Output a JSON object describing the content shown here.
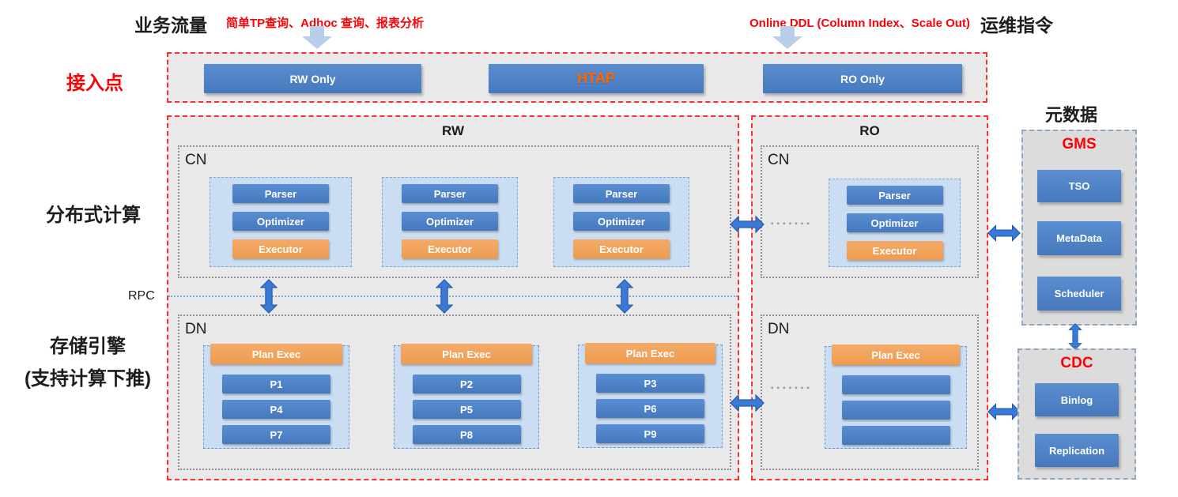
{
  "header": {
    "business_traffic": "业务流量",
    "tp_note": "简单TP查询、Adhoc 查询、报表分析",
    "ddl_note": "Online DDL (Column Index、Scale Out)",
    "ops_command": "运维指令"
  },
  "left_labels": {
    "access_point": "接入点",
    "distributed_compute": "分布式计算",
    "storage_engine": "存储引擎",
    "storage_engine_sub": "(支持计算下推)",
    "rpc": "RPC"
  },
  "access": {
    "rw_only": "RW Only",
    "htap": "HTAP",
    "ro_only": "RO Only"
  },
  "rw": {
    "title": "RW",
    "cn_label": "CN",
    "dn_label": "DN",
    "cn_unit": {
      "parser": "Parser",
      "optimizer": "Optimizer",
      "executor": "Executor"
    },
    "dn_groups": [
      {
        "plan_exec": "Plan Exec",
        "partitions": [
          "P1",
          "P4",
          "P7"
        ]
      },
      {
        "plan_exec": "Plan Exec",
        "partitions": [
          "P2",
          "P5",
          "P8"
        ]
      },
      {
        "plan_exec": "Plan Exec",
        "partitions": [
          "P3",
          "P6",
          "P9"
        ]
      }
    ]
  },
  "ro": {
    "title": "RO",
    "cn_label": "CN",
    "dn_label": "DN",
    "dots": "▪▪▪▪▪▪▪",
    "cn_unit": {
      "parser": "Parser",
      "optimizer": "Optimizer",
      "executor": "Executor"
    },
    "dn_group": {
      "plan_exec": "Plan Exec"
    }
  },
  "gms": {
    "heading": "元数据",
    "title": "GMS",
    "items": [
      "TSO",
      "MetaData",
      "Scheduler"
    ]
  },
  "cdc": {
    "title": "CDC",
    "items": [
      "Binlog",
      "Replication"
    ]
  },
  "colors": {
    "bar_blue": "#4e81c4",
    "bar_orange": "#f0a35e",
    "panel_gray": "#e9e9e9",
    "card_blue": "#cbddf2",
    "accent_red": "#fb0207",
    "htap_orange": "#ff6600",
    "arrow_blue": "#3b79d6",
    "soft_arrow_blue": "#b9cfe9"
  }
}
